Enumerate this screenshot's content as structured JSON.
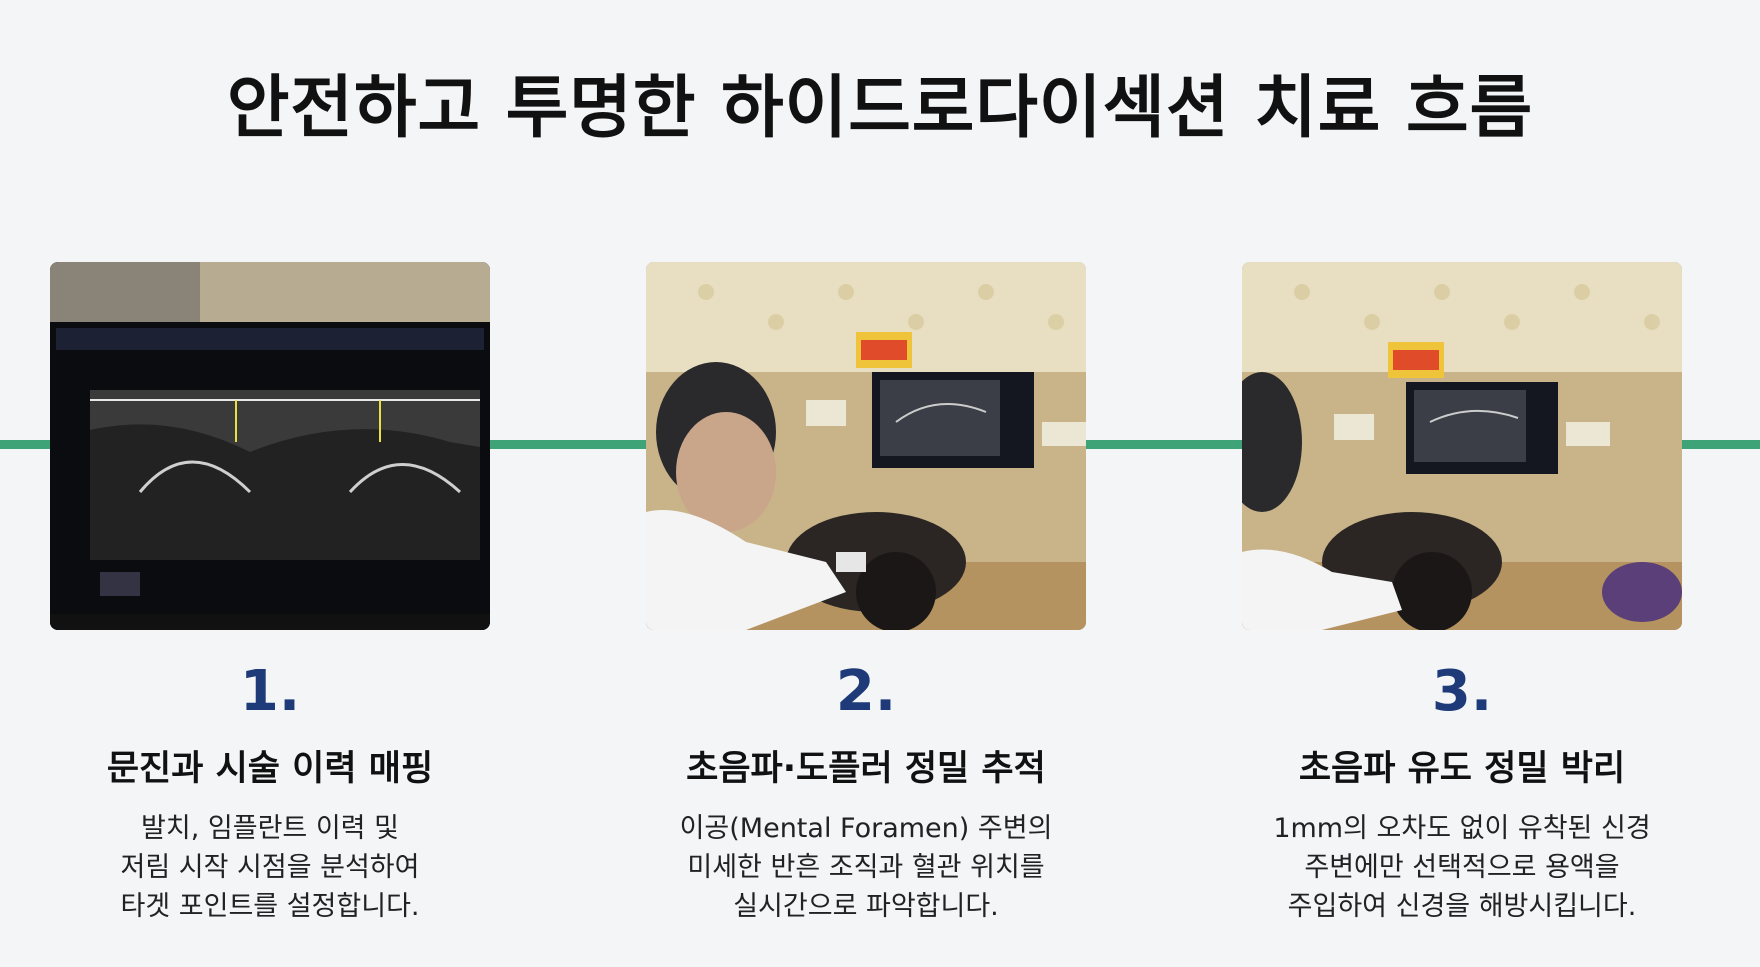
{
  "title": "안전하고 투명한 하이드로다이섹션 치료 흐름",
  "colors": {
    "accent": "#3ea478",
    "number": "#1e3a78",
    "background": "#f3f5f7"
  },
  "steps": [
    {
      "number": "1.",
      "heading": "문진과 시술 이력 매핑",
      "desc": [
        "발치, 임플란트 이력 및",
        "저림 시작 시점을 분석하여",
        "타겟 포인트를 설정합니다."
      ],
      "photo": "ultrasound-screen-photo"
    },
    {
      "number": "2.",
      "heading": "초음파·도플러 정밀 추적",
      "desc": [
        "이공(Mental Foramen) 주변의",
        "미세한 반흔 조직과 혈관 위치를",
        "실시간으로 파악합니다."
      ],
      "photo": "doctor-ultrasound-exam-photo"
    },
    {
      "number": "3.",
      "heading": "초음파 유도 정밀 박리",
      "desc": [
        "1mm의 오차도 없이 유착된 신경",
        "주변에만 선택적으로 용액을",
        "주입하여 신경을 해방시킵니다."
      ],
      "photo": "ultrasound-guided-injection-photo"
    }
  ]
}
